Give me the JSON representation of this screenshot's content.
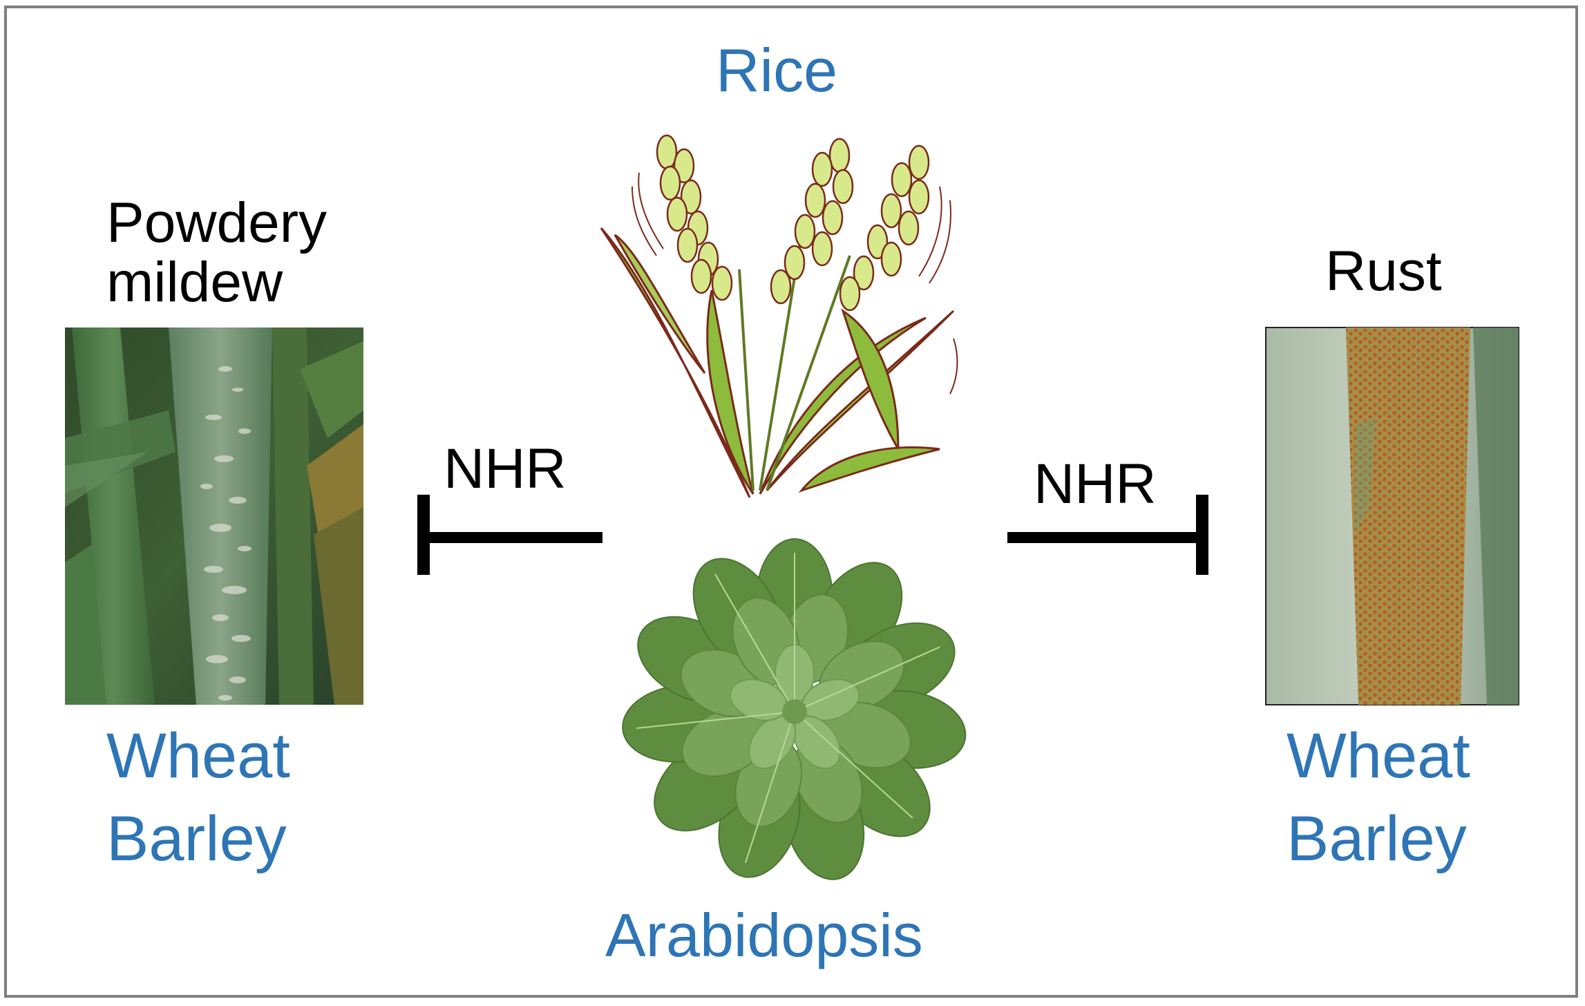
{
  "plants": {
    "top": "Rice",
    "bottom": "Arabidopsis"
  },
  "left": {
    "pathogen_line1": "Powdery",
    "pathogen_line2": "mildew",
    "host_line1": "Wheat",
    "host_line2": "Barley",
    "inhibition_label": "NHR",
    "photo": "powdery-mildew-infected-leaf-photo"
  },
  "right": {
    "pathogen": "Rust",
    "host_line1": "Wheat",
    "host_line2": "Barley",
    "inhibition_label": "NHR",
    "photo": "rust-infected-leaf-photo"
  },
  "colors": {
    "host_text": "#2e75b6",
    "pathogen_text": "#000000",
    "inhibition_symbol": "#000000",
    "rice_leaf": "#8dbb3c",
    "rice_grain": "#d8e98c",
    "arabidopsis_leaf": "#6f9a4e",
    "frame_border": "#7f7f7f"
  },
  "icons": {
    "rice": "rice-plant-icon",
    "arabidopsis": "arabidopsis-rosette-icon",
    "inhibition": "t-bar-inhibition-arrow-icon"
  }
}
